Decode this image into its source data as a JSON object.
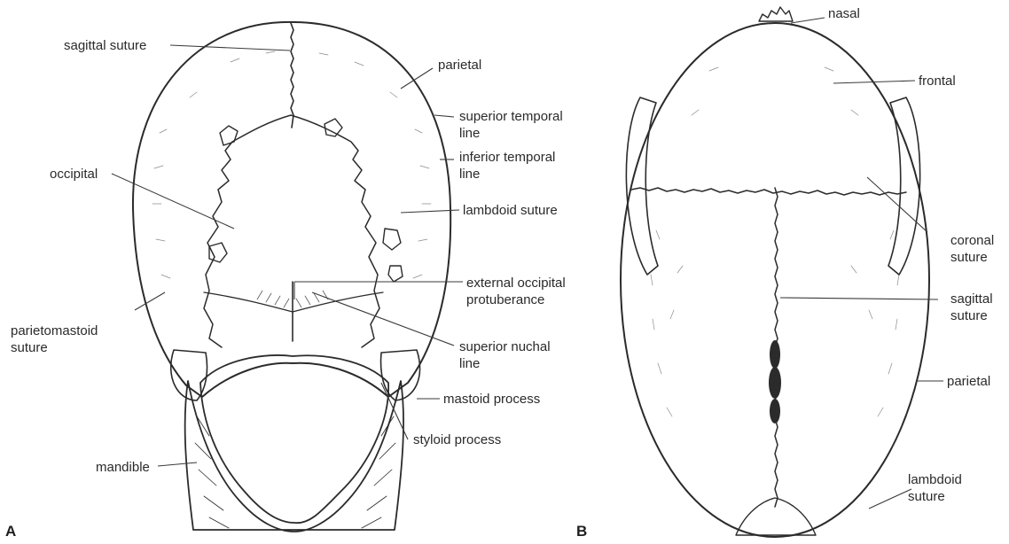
{
  "figure": {
    "panel_a": {
      "letter": "A",
      "labels": {
        "sagittal_suture": "sagittal suture",
        "parietal": "parietal",
        "superior_temporal_line": "superior temporal\nline",
        "inferior_temporal_line": "inferior temporal\nline",
        "occipital": "occipital",
        "lambdoid_suture": "lambdoid suture",
        "external_occipital_protuberance": "external occipital\nprotuberance",
        "parietomastoid_suture": "parietomastoid\nsuture",
        "superior_nuchal_line": "superior nuchal\nline",
        "mastoid_process": "mastoid process",
        "styloid_process": "styloid process",
        "mandible": "mandible"
      }
    },
    "panel_b": {
      "letter": "B",
      "labels": {
        "nasal": "nasal",
        "frontal": "frontal",
        "coronal_suture": "coronal\nsuture",
        "sagittal_suture": "sagittal\nsuture",
        "parietal": "parietal",
        "lambdoid_suture": "lambdoid\nsuture"
      }
    },
    "colors": {
      "bone": "#f3e9d4",
      "bone_shade": "#e6d8b8",
      "ink": "#2b2b2b",
      "dark": "#1a1a1a"
    }
  }
}
